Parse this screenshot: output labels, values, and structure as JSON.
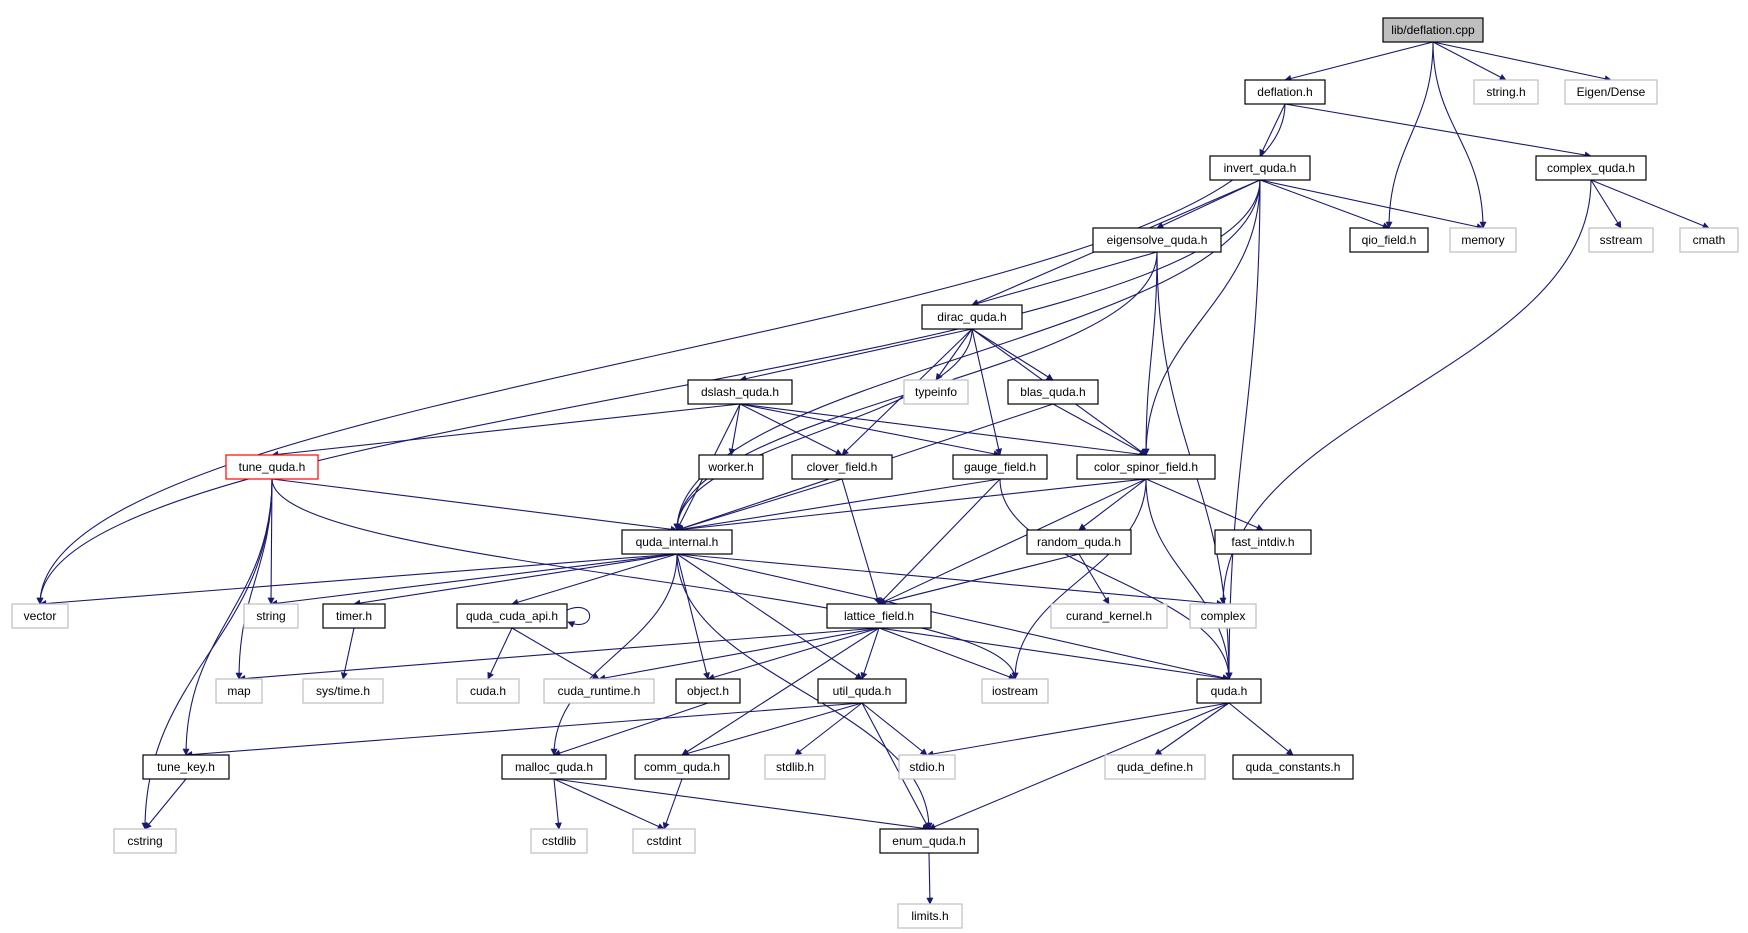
{
  "colors": {
    "edge": "#191970",
    "node_border": "#000000",
    "external_border": "#bfbfbf",
    "root_fill": "#bfbfbf",
    "highlight_border": "#ff0000"
  },
  "nodes": [
    {
      "id": "root",
      "label": "lib/deflation.cpp",
      "kind": "root"
    },
    {
      "id": "deflation_h",
      "label": "deflation.h",
      "kind": "std"
    },
    {
      "id": "string_h",
      "label": "string.h",
      "kind": "ext"
    },
    {
      "id": "eigen_dense",
      "label": "Eigen/Dense",
      "kind": "ext"
    },
    {
      "id": "invert_quda_h",
      "label": "invert_quda.h",
      "kind": "std"
    },
    {
      "id": "complex_quda_h",
      "label": "complex_quda.h",
      "kind": "std"
    },
    {
      "id": "eigensolve_quda_h",
      "label": "eigensolve_quda.h",
      "kind": "std"
    },
    {
      "id": "qio_field_h",
      "label": "qio_field.h",
      "kind": "std"
    },
    {
      "id": "memory",
      "label": "memory",
      "kind": "ext"
    },
    {
      "id": "sstream",
      "label": "sstream",
      "kind": "ext"
    },
    {
      "id": "cmath",
      "label": "cmath",
      "kind": "ext"
    },
    {
      "id": "dirac_quda_h",
      "label": "dirac_quda.h",
      "kind": "std"
    },
    {
      "id": "dslash_quda_h",
      "label": "dslash_quda.h",
      "kind": "std"
    },
    {
      "id": "typeinfo",
      "label": "typeinfo",
      "kind": "ext"
    },
    {
      "id": "blas_quda_h",
      "label": "blas_quda.h",
      "kind": "std"
    },
    {
      "id": "tune_quda_h",
      "label": "tune_quda.h",
      "kind": "hl"
    },
    {
      "id": "worker_h",
      "label": "worker.h",
      "kind": "std"
    },
    {
      "id": "clover_field_h",
      "label": "clover_field.h",
      "kind": "std"
    },
    {
      "id": "gauge_field_h",
      "label": "gauge_field.h",
      "kind": "std"
    },
    {
      "id": "color_spinor_field_h",
      "label": "color_spinor_field.h",
      "kind": "std"
    },
    {
      "id": "quda_internal_h",
      "label": "quda_internal.h",
      "kind": "std"
    },
    {
      "id": "random_quda_h",
      "label": "random_quda.h",
      "kind": "std"
    },
    {
      "id": "fast_intdiv_h",
      "label": "fast_intdiv.h",
      "kind": "std"
    },
    {
      "id": "vector",
      "label": "vector",
      "kind": "ext"
    },
    {
      "id": "string",
      "label": "string",
      "kind": "ext"
    },
    {
      "id": "timer_h",
      "label": "timer.h",
      "kind": "std"
    },
    {
      "id": "quda_cuda_api_h",
      "label": "quda_cuda_api.h",
      "kind": "std"
    },
    {
      "id": "lattice_field_h",
      "label": "lattice_field.h",
      "kind": "std"
    },
    {
      "id": "curand_kernel_h",
      "label": "curand_kernel.h",
      "kind": "ext"
    },
    {
      "id": "complex",
      "label": "complex",
      "kind": "ext"
    },
    {
      "id": "map",
      "label": "map",
      "kind": "ext"
    },
    {
      "id": "sys_time_h",
      "label": "sys/time.h",
      "kind": "ext"
    },
    {
      "id": "cuda_h",
      "label": "cuda.h",
      "kind": "ext"
    },
    {
      "id": "cuda_runtime_h",
      "label": "cuda_runtime.h",
      "kind": "ext"
    },
    {
      "id": "object_h",
      "label": "object.h",
      "kind": "std"
    },
    {
      "id": "util_quda_h",
      "label": "util_quda.h",
      "kind": "std"
    },
    {
      "id": "iostream",
      "label": "iostream",
      "kind": "ext"
    },
    {
      "id": "quda_h",
      "label": "quda.h",
      "kind": "std"
    },
    {
      "id": "tune_key_h",
      "label": "tune_key.h",
      "kind": "std"
    },
    {
      "id": "malloc_quda_h",
      "label": "malloc_quda.h",
      "kind": "std"
    },
    {
      "id": "comm_quda_h",
      "label": "comm_quda.h",
      "kind": "std"
    },
    {
      "id": "stdlib_h",
      "label": "stdlib.h",
      "kind": "ext"
    },
    {
      "id": "stdio_h",
      "label": "stdio.h",
      "kind": "ext"
    },
    {
      "id": "quda_define_h",
      "label": "quda_define.h",
      "kind": "ext"
    },
    {
      "id": "quda_constants_h",
      "label": "quda_constants.h",
      "kind": "std"
    },
    {
      "id": "cstring",
      "label": "cstring",
      "kind": "ext"
    },
    {
      "id": "cstdlib",
      "label": "cstdlib",
      "kind": "ext"
    },
    {
      "id": "cstdint",
      "label": "cstdint",
      "kind": "ext"
    },
    {
      "id": "enum_quda_h",
      "label": "enum_quda.h",
      "kind": "std"
    },
    {
      "id": "limits_h",
      "label": "limits.h",
      "kind": "ext"
    }
  ],
  "edges": [
    [
      "root",
      "deflation_h"
    ],
    [
      "root",
      "qio_field_h"
    ],
    [
      "root",
      "memory"
    ],
    [
      "root",
      "string_h"
    ],
    [
      "root",
      "eigen_dense"
    ],
    [
      "deflation_h",
      "vector"
    ],
    [
      "deflation_h",
      "invert_quda_h"
    ],
    [
      "deflation_h",
      "complex_quda_h"
    ],
    [
      "invert_quda_h",
      "vector"
    ],
    [
      "invert_quda_h",
      "quda_internal_h"
    ],
    [
      "invert_quda_h",
      "dirac_quda_h"
    ],
    [
      "invert_quda_h",
      "eigensolve_quda_h"
    ],
    [
      "invert_quda_h",
      "color_spinor_field_h"
    ],
    [
      "invert_quda_h",
      "qio_field_h"
    ],
    [
      "invert_quda_h",
      "memory"
    ],
    [
      "invert_quda_h",
      "quda_h"
    ],
    [
      "complex_quda_h",
      "sstream"
    ],
    [
      "complex_quda_h",
      "cmath"
    ],
    [
      "complex_quda_h",
      "complex"
    ],
    [
      "eigensolve_quda_h",
      "quda_internal_h"
    ],
    [
      "eigensolve_quda_h",
      "dirac_quda_h"
    ],
    [
      "eigensolve_quda_h",
      "color_spinor_field_h"
    ],
    [
      "eigensolve_quda_h",
      "quda_h"
    ],
    [
      "dirac_quda_h",
      "quda_internal_h"
    ],
    [
      "dirac_quda_h",
      "dslash_quda_h"
    ],
    [
      "dirac_quda_h",
      "clover_field_h"
    ],
    [
      "dirac_quda_h",
      "typeinfo"
    ],
    [
      "dirac_quda_h",
      "blas_quda_h"
    ],
    [
      "dirac_quda_h",
      "gauge_field_h"
    ],
    [
      "dirac_quda_h",
      "color_spinor_field_h"
    ],
    [
      "dslash_quda_h",
      "tune_quda_h"
    ],
    [
      "dslash_quda_h",
      "quda_internal_h"
    ],
    [
      "dslash_quda_h",
      "worker_h"
    ],
    [
      "dslash_quda_h",
      "clover_field_h"
    ],
    [
      "dslash_quda_h",
      "gauge_field_h"
    ],
    [
      "dslash_quda_h",
      "color_spinor_field_h"
    ],
    [
      "blas_quda_h",
      "quda_internal_h"
    ],
    [
      "blas_quda_h",
      "color_spinor_field_h"
    ],
    [
      "tune_quda_h",
      "quda_internal_h"
    ],
    [
      "tune_quda_h",
      "string"
    ],
    [
      "tune_quda_h",
      "map"
    ],
    [
      "tune_quda_h",
      "tune_key_h"
    ],
    [
      "tune_quda_h",
      "cstring"
    ],
    [
      "tune_quda_h",
      "iostream"
    ],
    [
      "clover_field_h",
      "quda_internal_h"
    ],
    [
      "clover_field_h",
      "lattice_field_h"
    ],
    [
      "gauge_field_h",
      "quda_internal_h"
    ],
    [
      "gauge_field_h",
      "lattice_field_h"
    ],
    [
      "gauge_field_h",
      "quda_h"
    ],
    [
      "color_spinor_field_h",
      "quda_internal_h"
    ],
    [
      "color_spinor_field_h",
      "lattice_field_h"
    ],
    [
      "color_spinor_field_h",
      "random_quda_h"
    ],
    [
      "color_spinor_field_h",
      "fast_intdiv_h"
    ],
    [
      "color_spinor_field_h",
      "iostream"
    ],
    [
      "color_spinor_field_h",
      "quda_h"
    ],
    [
      "random_quda_h",
      "lattice_field_h"
    ],
    [
      "random_quda_h",
      "curand_kernel_h"
    ],
    [
      "quda_internal_h",
      "vector"
    ],
    [
      "quda_internal_h",
      "string"
    ],
    [
      "quda_internal_h",
      "timer_h"
    ],
    [
      "quda_internal_h",
      "quda_cuda_api_h"
    ],
    [
      "quda_internal_h",
      "object_h"
    ],
    [
      "quda_internal_h",
      "util_quda_h"
    ],
    [
      "quda_internal_h",
      "malloc_quda_h"
    ],
    [
      "quda_internal_h",
      "enum_quda_h"
    ],
    [
      "quda_internal_h",
      "complex"
    ],
    [
      "quda_internal_h",
      "quda_h"
    ],
    [
      "quda_cuda_api_h",
      "quda_cuda_api_h"
    ],
    [
      "quda_cuda_api_h",
      "cuda_h"
    ],
    [
      "quda_cuda_api_h",
      "cuda_runtime_h"
    ],
    [
      "timer_h",
      "sys_time_h"
    ],
    [
      "lattice_field_h",
      "map"
    ],
    [
      "lattice_field_h",
      "cuda_runtime_h"
    ],
    [
      "lattice_field_h",
      "object_h"
    ],
    [
      "lattice_field_h",
      "util_quda_h"
    ],
    [
      "lattice_field_h",
      "comm_quda_h"
    ],
    [
      "lattice_field_h",
      "iostream"
    ],
    [
      "lattice_field_h",
      "quda_h"
    ],
    [
      "object_h",
      "malloc_quda_h"
    ],
    [
      "util_quda_h",
      "tune_key_h"
    ],
    [
      "util_quda_h",
      "comm_quda_h"
    ],
    [
      "util_quda_h",
      "stdlib_h"
    ],
    [
      "util_quda_h",
      "stdio_h"
    ],
    [
      "util_quda_h",
      "enum_quda_h"
    ],
    [
      "quda_h",
      "stdio_h"
    ],
    [
      "quda_h",
      "quda_define_h"
    ],
    [
      "quda_h",
      "quda_constants_h"
    ],
    [
      "quda_h",
      "enum_quda_h"
    ],
    [
      "tune_key_h",
      "cstring"
    ],
    [
      "malloc_quda_h",
      "cstdlib"
    ],
    [
      "malloc_quda_h",
      "cstdint"
    ],
    [
      "malloc_quda_h",
      "enum_quda_h"
    ],
    [
      "comm_quda_h",
      "cstdint"
    ],
    [
      "enum_quda_h",
      "limits_h"
    ]
  ]
}
